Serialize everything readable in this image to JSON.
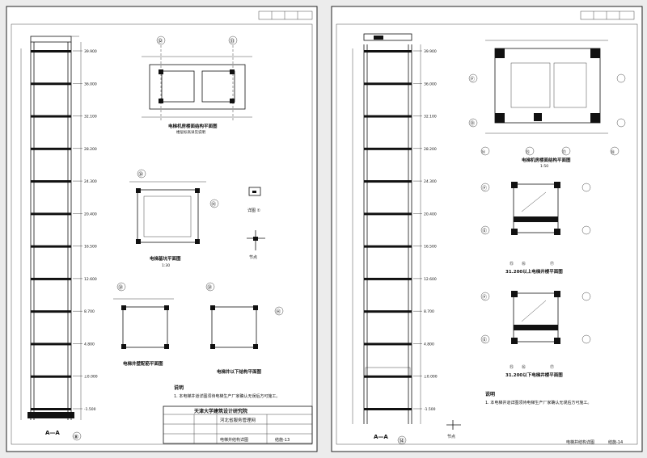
{
  "sheet_left": {
    "title_block": {
      "school_name": "天津大学建筑设计研究院",
      "project_name": "河北省服务管理网",
      "drawing_title": "电梯井结构详图",
      "sheet_number": "结施-13"
    },
    "section_view": {
      "label": "A—A",
      "axis_bottom": "⑧"
    },
    "plans": {
      "machine_room_plan": "电梯机房楼面结构平面图",
      "machine_room_note": "楼层标高详见说明",
      "pit_plan": "电梯基坑平面图",
      "pit_scale": "1:30",
      "wall_reinf_plan": "电梯井壁配筋平面图",
      "wall_lower_plan": "电梯井以下结构平面图",
      "detail_1": "详图 ①",
      "detail_2": "节点"
    },
    "axis_labels": [
      "㉜",
      "㉝",
      "㉜",
      "㉝",
      "㉜",
      "Ⓗ",
      "Ⓗ"
    ],
    "notes": {
      "heading": "说明",
      "line_1": "1. 本电梯井道详图须待电梯生产厂家确认无误后方可施工。"
    },
    "elevations": [
      "39.900",
      "36.000",
      "32.100",
      "28.200",
      "24.300",
      "20.400",
      "16.500",
      "12.600",
      "8.700",
      "4.800",
      "±0.000",
      "-1.500"
    ]
  },
  "sheet_right": {
    "section_view": {
      "label": "A—A",
      "axis_bottom": "⑭"
    },
    "plans": {
      "machine_room_plan": "电梯机房楼面结构平面图",
      "machine_room_scale": "1:50",
      "upper_plan": "31.200以上电梯井楼平面图",
      "lower_plan": "31.200以下电梯井楼平面图"
    },
    "axis_labels_top": [
      "⑭",
      "⑮",
      "⑰",
      "⑱"
    ],
    "axis_labels_side": [
      "Ⓕ",
      "Ⓓ",
      "Ⓕ",
      "Ⓔ",
      "Ⓕ",
      "Ⓔ"
    ],
    "axis_labels_bottom": [
      "⑮",
      "⑯",
      "⑰",
      "⑰",
      "⑰"
    ],
    "notes": {
      "heading": "说明",
      "line_1": "1. 本电梯井道详图须待电梯生产厂家确认无误后方可施工。"
    },
    "legend": "节点",
    "footer_title": "电梯井结构详图",
    "sheet_number": "结施-14",
    "elevations": [
      "39.900",
      "36.000",
      "32.100",
      "28.200",
      "24.300",
      "20.400",
      "16.500",
      "12.600",
      "8.700",
      "4.800",
      "±0.000",
      "-1.500"
    ]
  }
}
